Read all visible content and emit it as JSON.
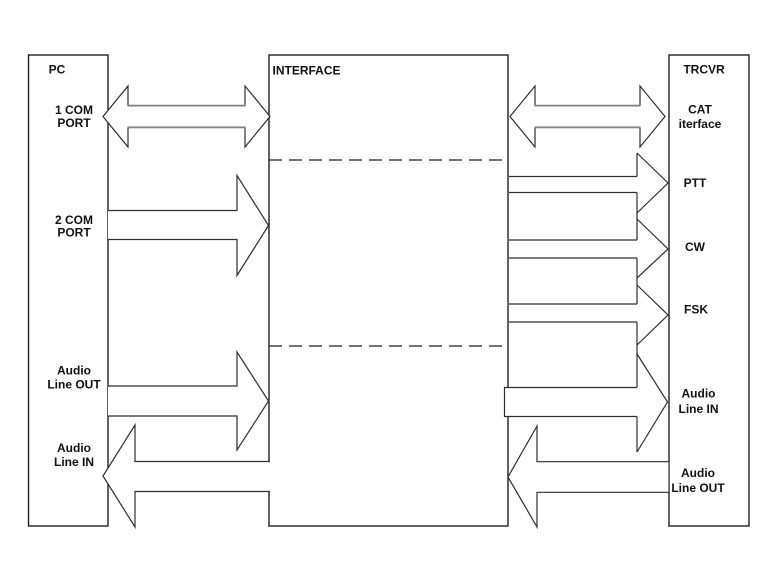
{
  "colors": {
    "background": "#ffffff",
    "line": "#1f1f1f",
    "arrow": "#2e2e2e",
    "double_arrow_shaft": "#7f7f7f",
    "text": "#111111"
  },
  "boxes": {
    "pc": {
      "title": "PC",
      "ports": [
        [
          "1 COM",
          "PORT"
        ],
        [
          "2 COM",
          "PORT"
        ],
        [
          "Audio",
          "Line OUT"
        ],
        [
          "Audio",
          "Line IN"
        ]
      ]
    },
    "interface": {
      "title": "INTERFACE"
    },
    "trcvr": {
      "title": "TRCVR",
      "ports": [
        [
          "CAT",
          "iterface"
        ],
        [
          "PTT"
        ],
        [
          "CW"
        ],
        [
          "FSK"
        ],
        [
          "Audio",
          "Line IN"
        ],
        [
          "Audio",
          "Line OUT"
        ]
      ]
    }
  },
  "connections": [
    {
      "from": "PC 1 COM PORT",
      "to": "INTERFACE",
      "direction": "bidirectional"
    },
    {
      "from": "INTERFACE",
      "to": "TRCVR CAT iterface",
      "direction": "bidirectional"
    },
    {
      "from": "PC 2 COM PORT",
      "to": "INTERFACE",
      "direction": "right"
    },
    {
      "from": "INTERFACE",
      "to": "TRCVR PTT",
      "direction": "right"
    },
    {
      "from": "INTERFACE",
      "to": "TRCVR CW",
      "direction": "right"
    },
    {
      "from": "INTERFACE",
      "to": "TRCVR FSK",
      "direction": "right"
    },
    {
      "from": "PC Audio Line OUT",
      "to": "INTERFACE",
      "direction": "right"
    },
    {
      "from": "INTERFACE",
      "to": "TRCVR Audio Line IN",
      "direction": "right"
    },
    {
      "from": "INTERFACE",
      "to": "PC Audio Line IN",
      "direction": "left"
    },
    {
      "from": "TRCVR Audio Line OUT",
      "to": "INTERFACE",
      "direction": "left"
    }
  ]
}
